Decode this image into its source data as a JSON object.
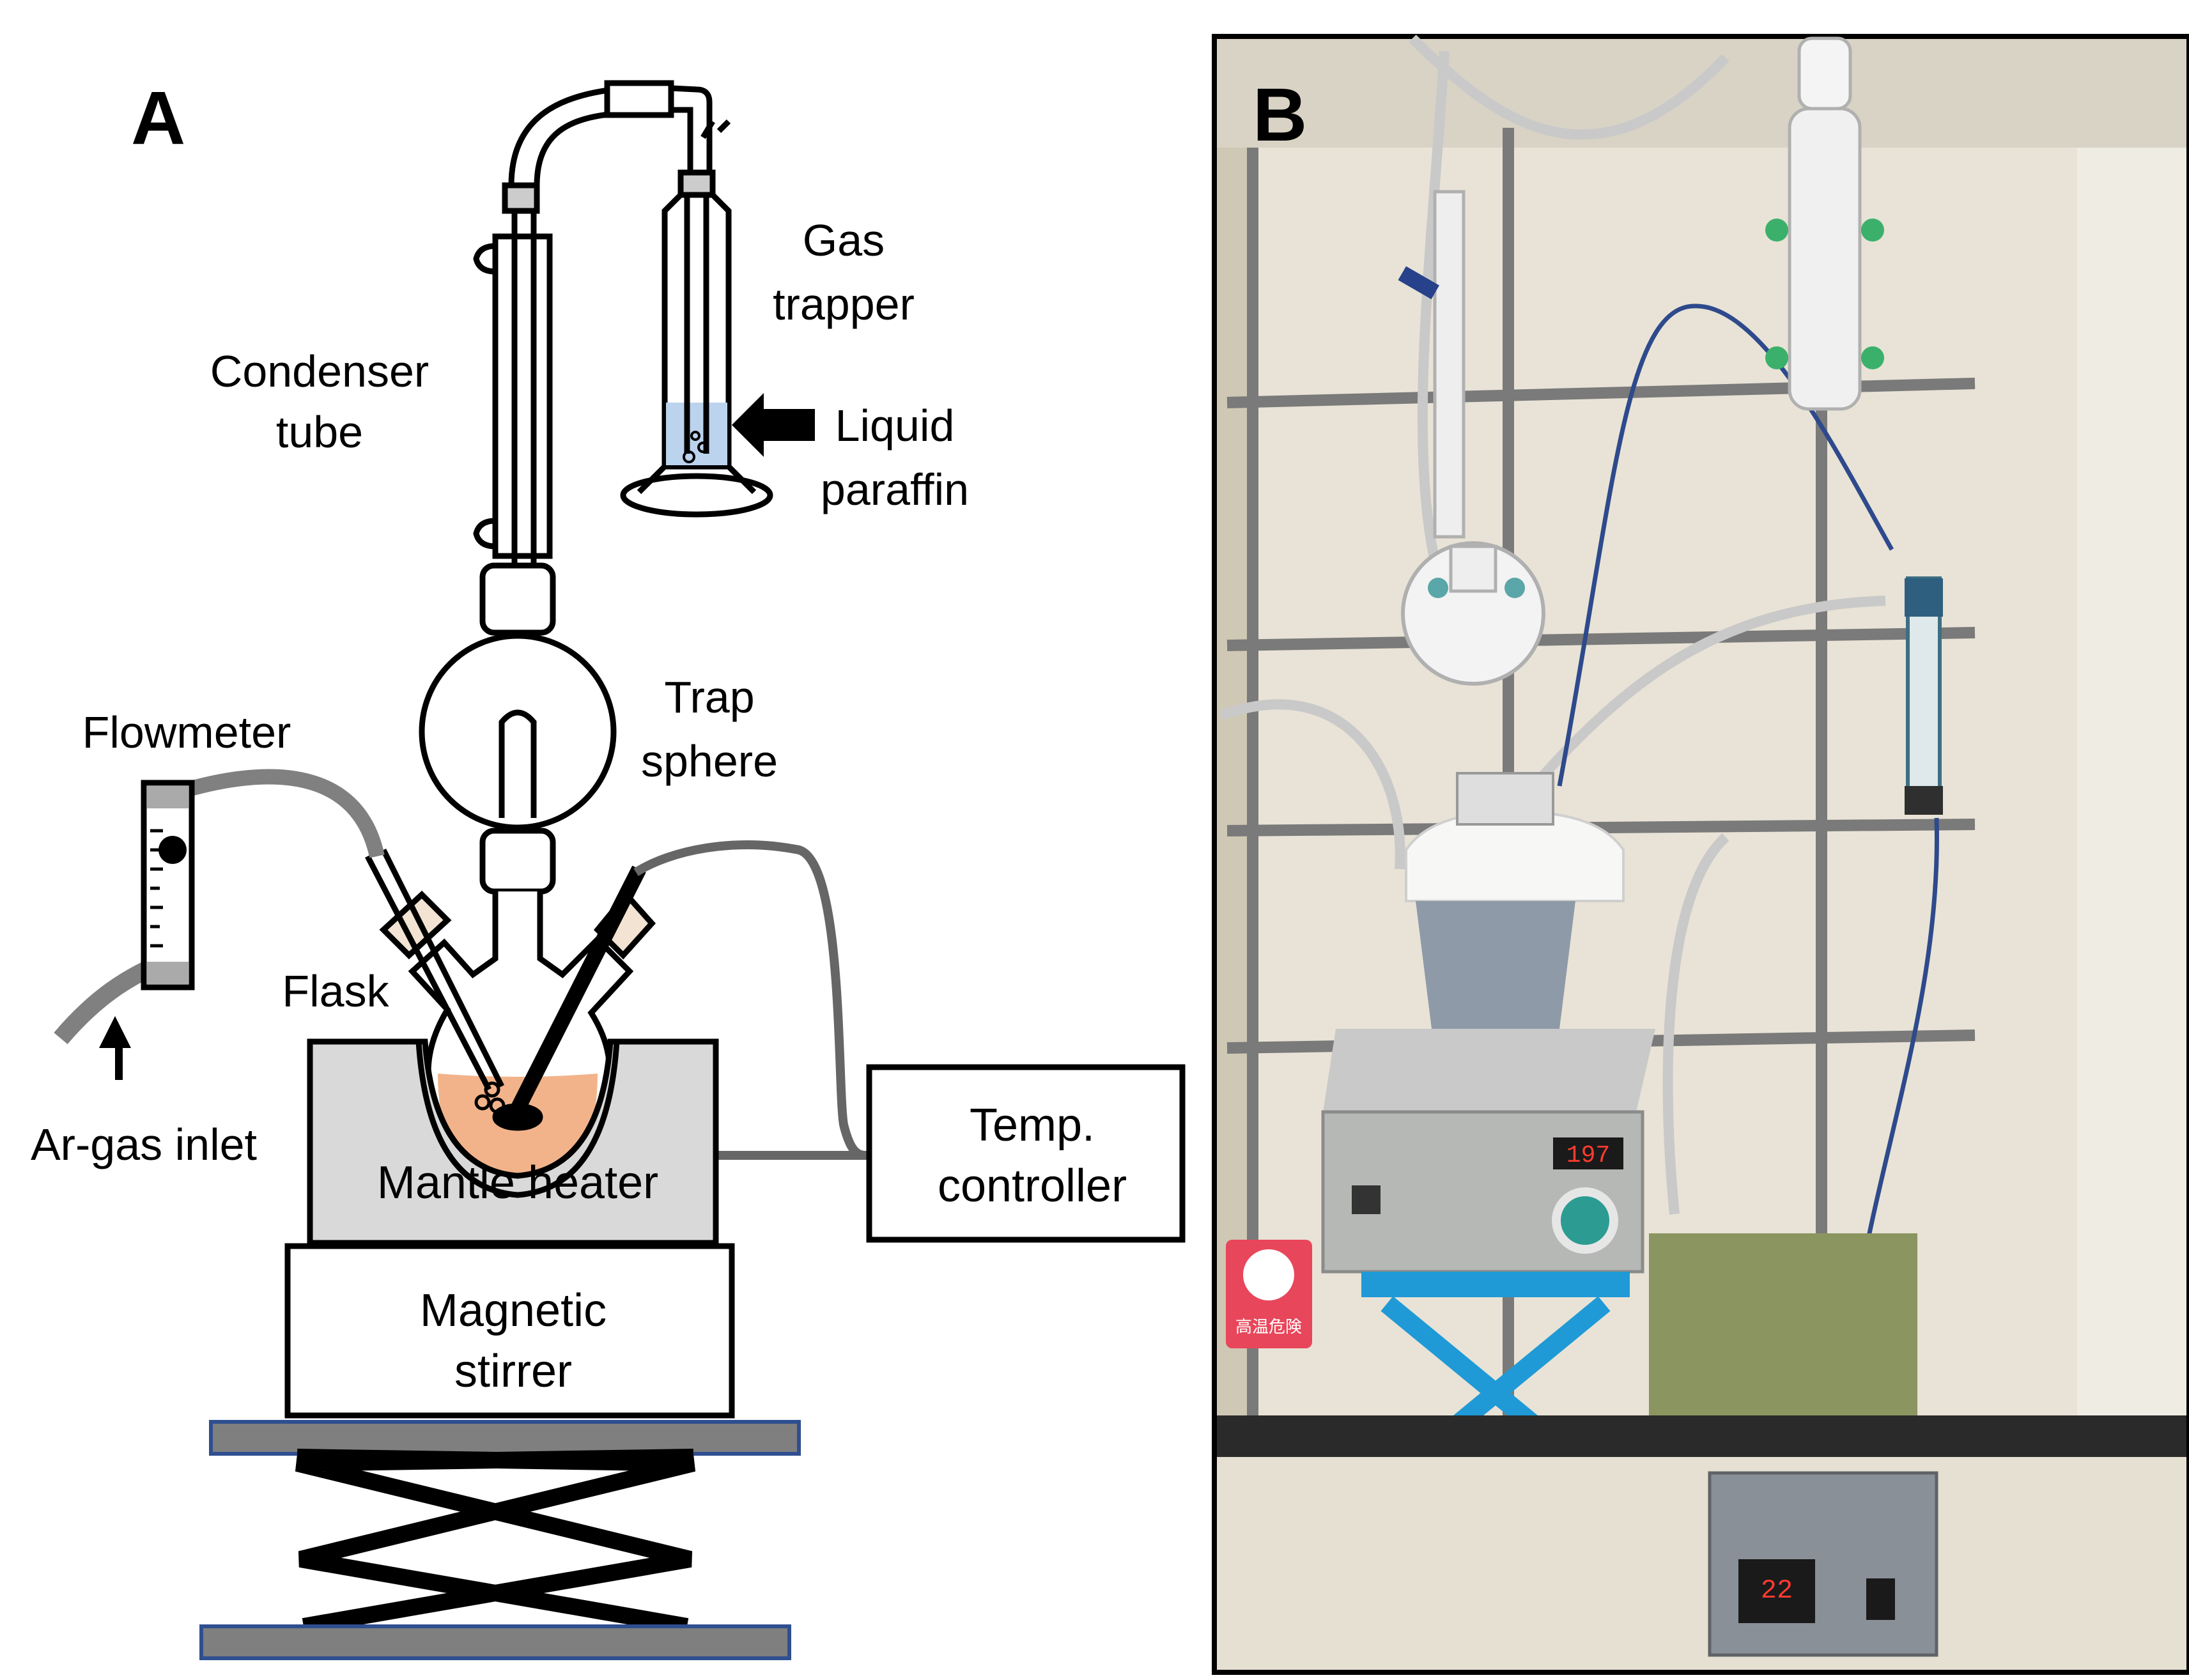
{
  "panels": {
    "a": {
      "letter": "A"
    },
    "b": {
      "letter": "B"
    }
  },
  "labels": {
    "gas_trapper": [
      "Gas",
      "trapper"
    ],
    "condenser_tube": [
      "Condenser",
      "tube"
    ],
    "liquid_paraffin": [
      "Liquid",
      "paraffin"
    ],
    "trap_sphere": [
      "Trap",
      "sphere"
    ],
    "flowmeter": "Flowmeter",
    "flask": "Flask",
    "ar_gas_inlet": "Ar-gas inlet",
    "mantle_heater": "Mantle heater",
    "temp_controller": [
      "Temp.",
      "controller"
    ],
    "magnetic_stirrer": [
      "Magnetic",
      "stirrer"
    ]
  },
  "photo": {
    "stirrer_display": "197",
    "controller_display": "22",
    "warning_sign": "高温危険"
  },
  "colors": {
    "liquid_fill": "#f3b38a",
    "paraffin_fill": "#bcd3ee",
    "heater_fill": "#d9d9d9",
    "tube_gray": "#808080",
    "scissor_platform": "#7f7f7f",
    "platform_border": "#2f4f8f"
  }
}
